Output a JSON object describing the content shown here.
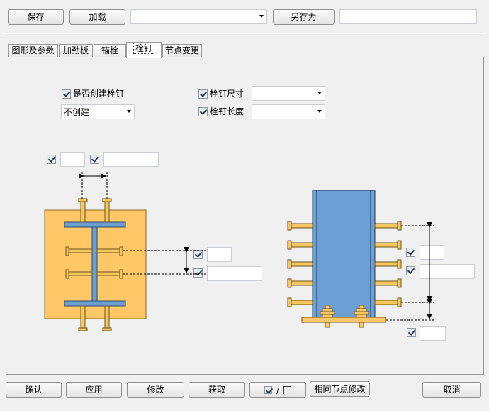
{
  "toolbar": {
    "save_label": "保存",
    "load_label": "加载",
    "preset_select_value": "",
    "save_as_label": "另存为",
    "save_as_name_value": ""
  },
  "tabs": [
    {
      "label": "图形及参数",
      "active": false
    },
    {
      "label": "加劲板",
      "active": false
    },
    {
      "label": "锚栓",
      "active": false
    },
    {
      "label": "栓钉",
      "active": true
    },
    {
      "label": "节点变更",
      "active": false
    }
  ],
  "stud": {
    "create_checkbox_label": "是否创建栓钉",
    "create_checked": true,
    "create_select_value": "不创建",
    "size_checkbox_label": "栓钉尺寸",
    "size_checked": true,
    "size_select_value": "",
    "length_checkbox_label": "栓钉长度",
    "length_checked": true,
    "length_select_value": ""
  },
  "left_diagram": {
    "top_field1_value": "",
    "top_field2_value": "",
    "right_field1_value": "",
    "right_field2_value": ""
  },
  "right_diagram": {
    "field1_value": "",
    "field2_value": "",
    "field3_value": ""
  },
  "colors": {
    "plate": "#ffc766",
    "steel": "#6c9fd4",
    "stud": "#f6c760",
    "outline": "#4d4d4d"
  },
  "bottom": {
    "confirm_label": "确认",
    "apply_label": "应用",
    "modify_label": "修改",
    "get_label": "获取",
    "toggle_separator": "/",
    "same_node_modify_label": "相同节点修改",
    "cancel_label": "取消"
  }
}
